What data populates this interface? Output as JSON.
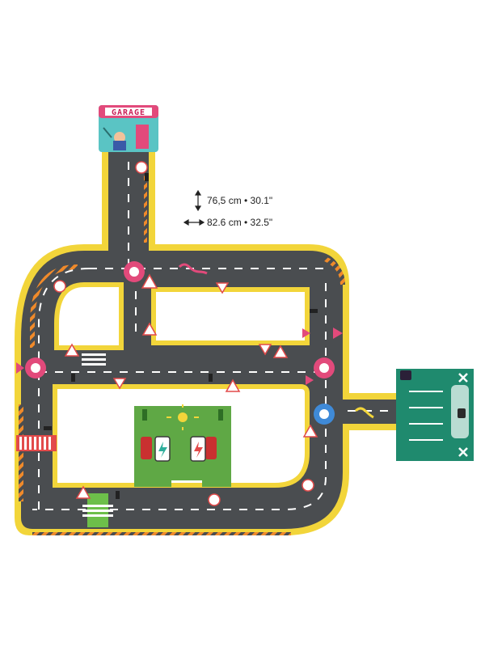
{
  "garage": {
    "sign": "GARAGE"
  },
  "dimensions": {
    "height": "76,5 cm • 30.1\"",
    "width": "82.6 cm • 32.5\""
  },
  "colors": {
    "road": "#4a4d50",
    "edge": "#f2d53a",
    "grass_border": "#ffffff",
    "charging_pad": "#5fa845",
    "parking_lot": "#1f8a6e",
    "garage_pink": "#e24a7b",
    "garage_teal": "#5ac4c4",
    "stripe_orange": "#f08a2a"
  },
  "icons": [
    "double-arrow-vertical-icon",
    "double-arrow-horizontal-icon",
    "roundabout-icon",
    "warning-sign-icon",
    "yield-sign-icon",
    "speed-limit-sign-icon",
    "traffic-light-icon",
    "battery-charging-icon",
    "sun-icon",
    "wrench-icon",
    "car-icon"
  ]
}
